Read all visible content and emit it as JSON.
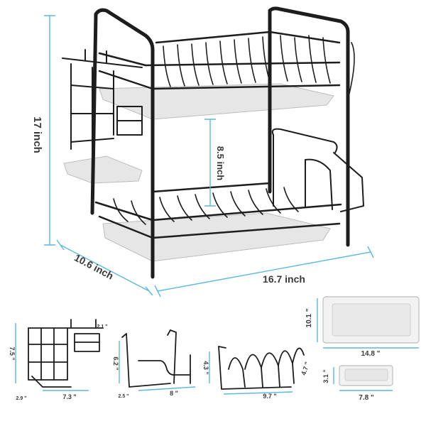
{
  "product": {
    "name": "2-tier dish drying rack",
    "accent_color": "#5bb8e0",
    "metal_color": "#1d1d1d",
    "tray_color": "#e6e6e6"
  },
  "dimensions": {
    "height": "17 inch",
    "depth": "10.6 inch",
    "width": "16.7 inch",
    "tier_gap": "8.5 inch"
  },
  "parts": {
    "utensil_holder": {
      "height": "7.5 \"",
      "width": "7.3 \"",
      "depth": "2.9 \"",
      "cup_depth": "2.1 \""
    },
    "board_holder": {
      "height": "6.2 \"",
      "width": "8 \"",
      "depth": "2.5 \""
    },
    "cup_holder": {
      "height": "4.3 \"",
      "width": "9.7 \"",
      "depth": "4.7 \""
    },
    "large_tray": {
      "width": "14.8 \"",
      "depth": "10.1 \""
    },
    "small_tray": {
      "width": "7.8 \"",
      "depth": "3.1 \""
    }
  }
}
